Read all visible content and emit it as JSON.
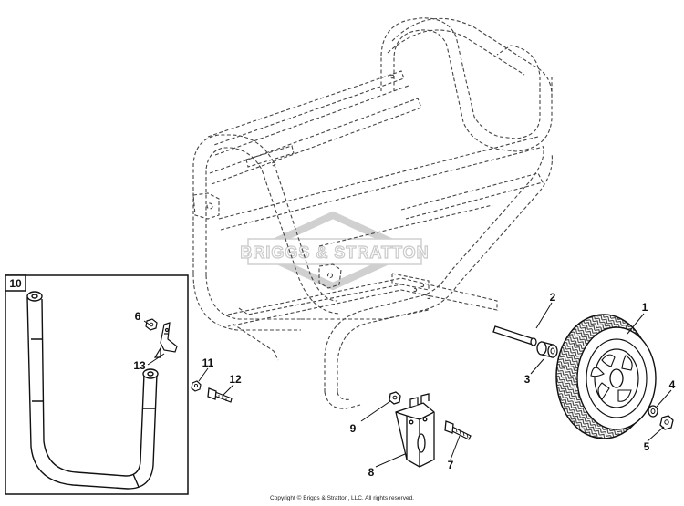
{
  "watermark": {
    "text": "BRIGGS & STRATTON"
  },
  "inset": {
    "label": "10"
  },
  "callouts": [
    {
      "id": "1",
      "label": "1"
    },
    {
      "id": "2",
      "label": "2"
    },
    {
      "id": "3",
      "label": "3"
    },
    {
      "id": "4",
      "label": "4"
    },
    {
      "id": "5",
      "label": "5"
    },
    {
      "id": "6",
      "label": "6"
    },
    {
      "id": "7",
      "label": "7"
    },
    {
      "id": "8",
      "label": "8"
    },
    {
      "id": "9",
      "label": "9"
    },
    {
      "id": "11",
      "label": "11"
    },
    {
      "id": "12",
      "label": "12"
    },
    {
      "id": "13",
      "label": "13"
    }
  ],
  "copyright": "Copyright © Briggs & Stratton, LLC. All rights reserved."
}
